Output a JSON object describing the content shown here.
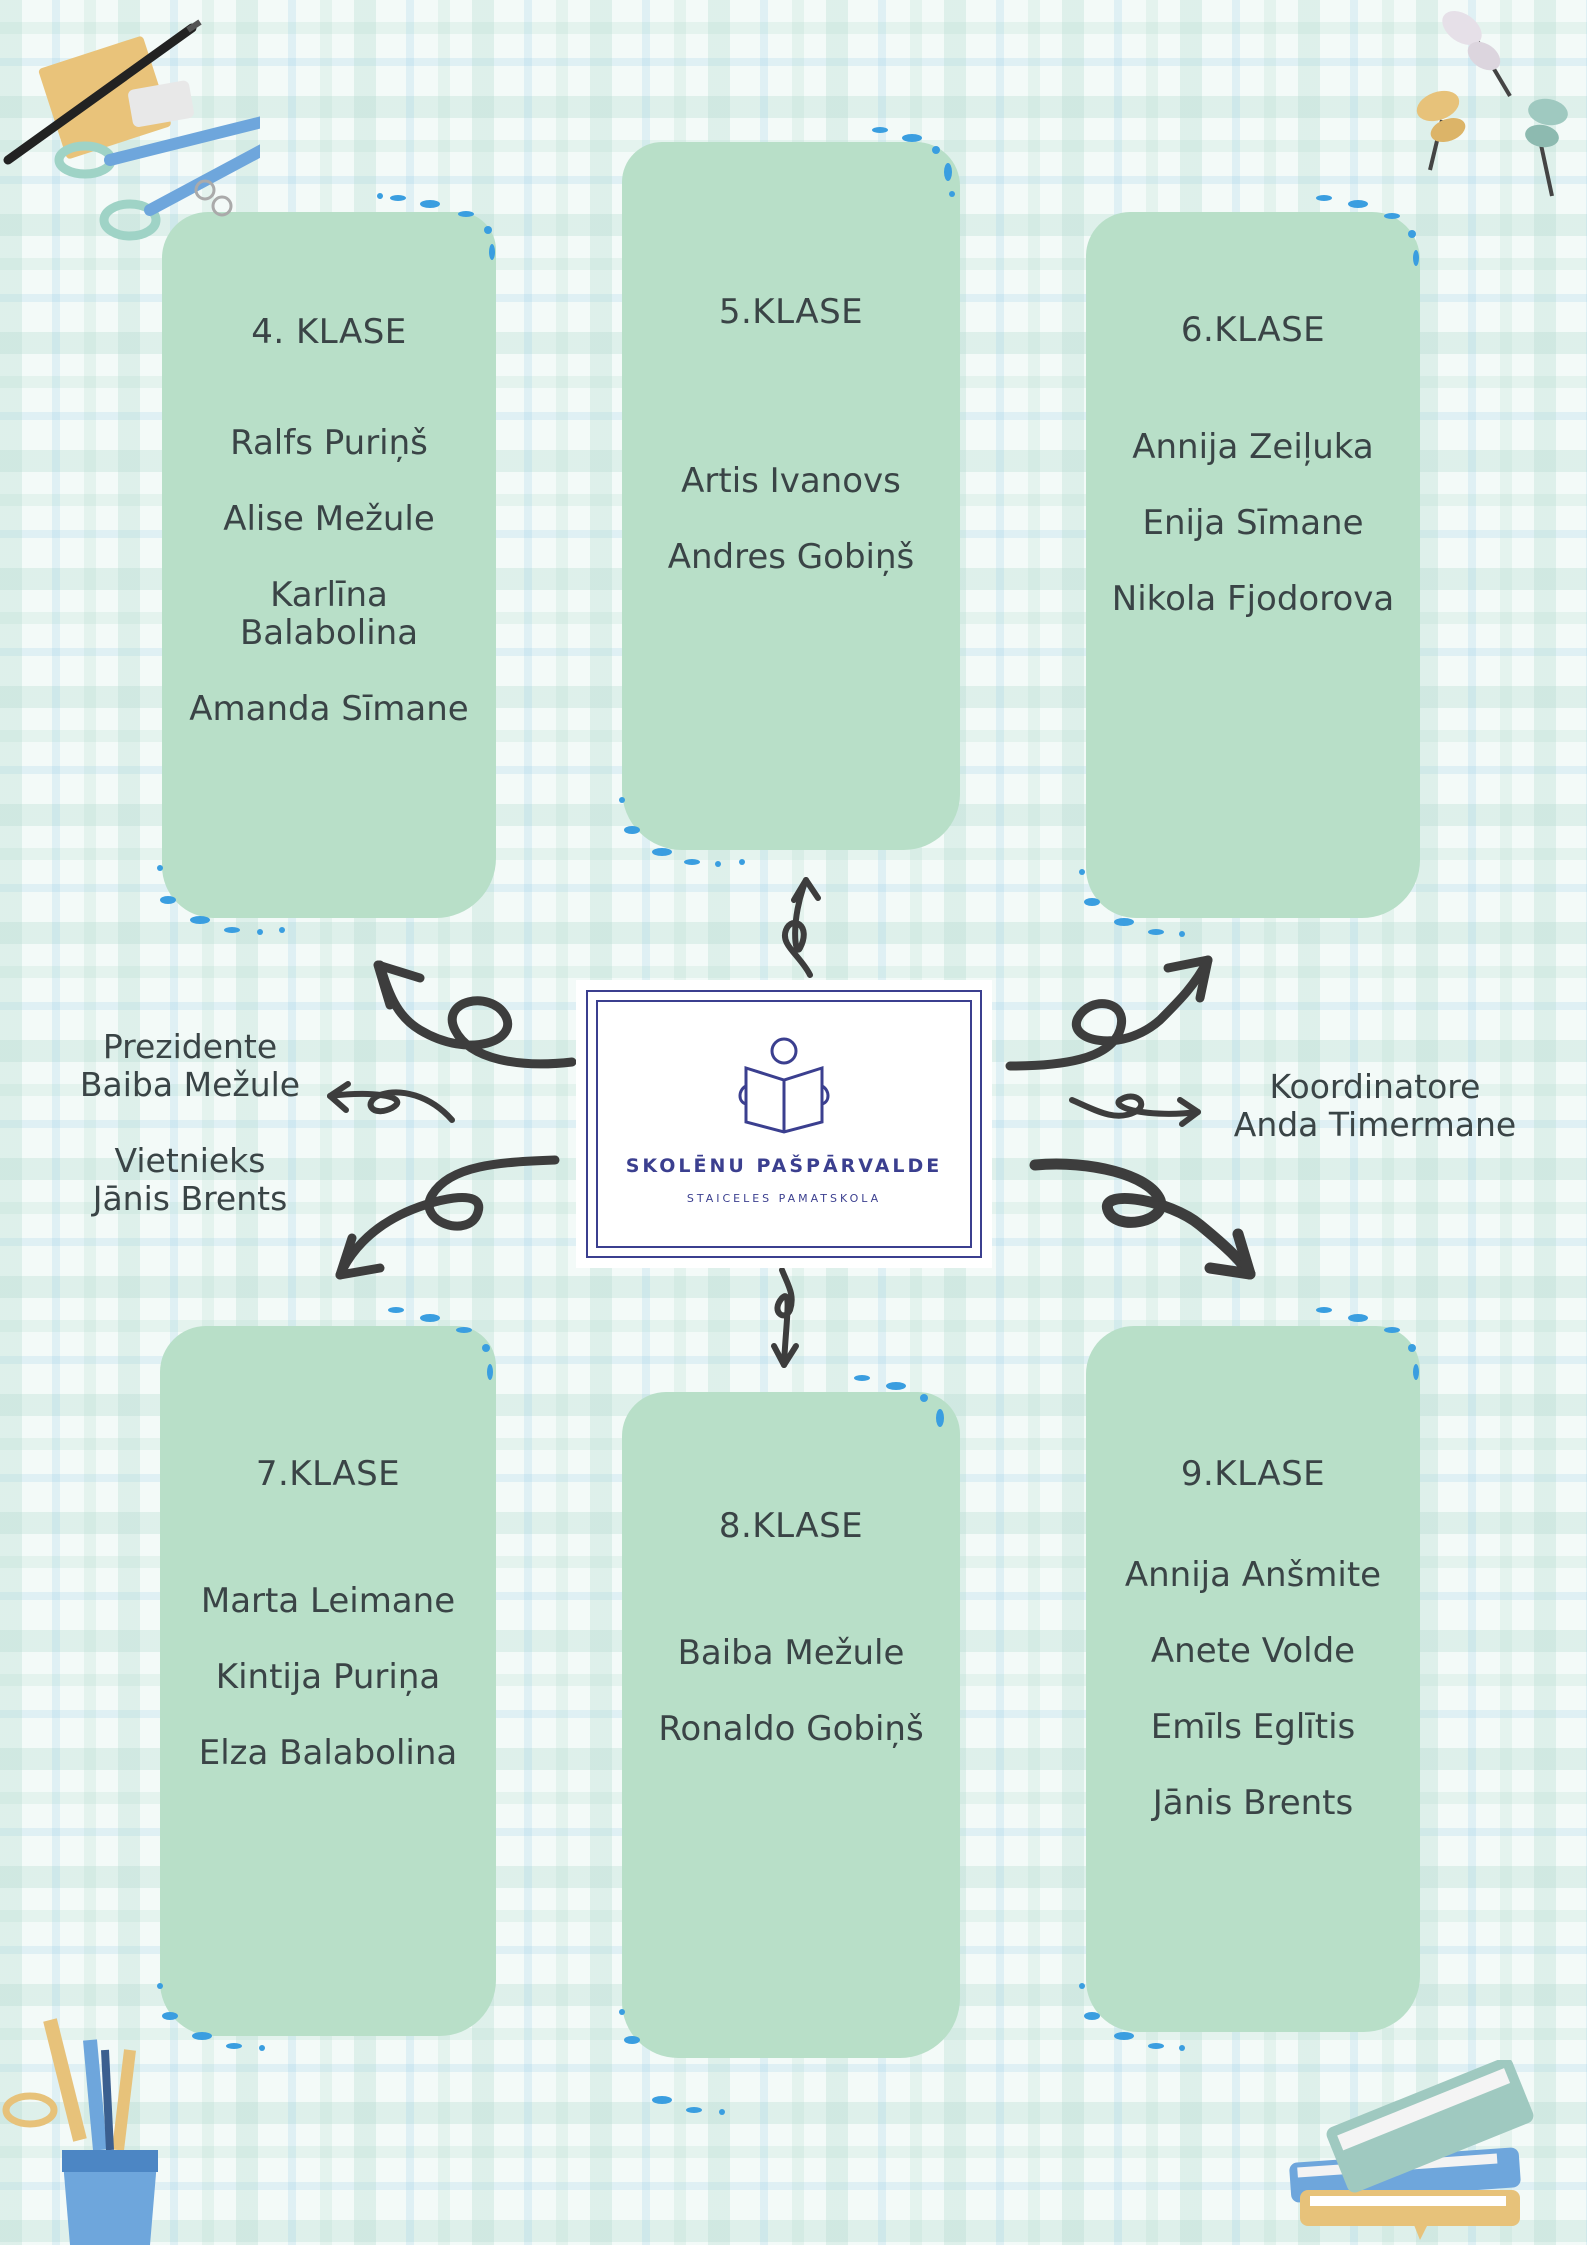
{
  "center": {
    "title": "SKOLĒNU PAŠPĀRVALDE",
    "subtitle": "STAICELES PAMATSKOLA"
  },
  "classes": [
    {
      "title": "4. KLASE",
      "names": [
        "Ralfs Puriņš",
        "Alise Mežule",
        "Karlīna\nBalabolina",
        "Amanda Sīmane"
      ]
    },
    {
      "title": "5.KLASE",
      "names": [
        "Artis Ivanovs",
        "Andres Gobiņš"
      ]
    },
    {
      "title": "6.KLASE",
      "names": [
        "Annija Zeiļuka",
        "Enija Sīmane",
        "Nikola Fjodorova"
      ]
    },
    {
      "title": "7.KLASE",
      "names": [
        "Marta Leimane",
        "Kintija Puriņa",
        "Elza Balabolina"
      ]
    },
    {
      "title": "8.KLASE",
      "names": [
        "Baiba Mežule",
        "Ronaldo Gobiņš"
      ]
    },
    {
      "title": "9.KLASE",
      "names": [
        "Annija Anšmite",
        "Anete Volde",
        "Emīls Eglītis",
        "Jānis Brents"
      ]
    }
  ],
  "roles": {
    "president_title": "Prezidente",
    "president_name": "Baiba Mežule",
    "deputy_title": "Vietnieks",
    "deputy_name": "Jānis Brents",
    "coordinator_title": "Koordinatore",
    "coordinator_name": "Anda Timermane"
  },
  "decorations": [
    "notes-pencil-scissors-icon",
    "push-pins-icon",
    "pencil-cup-icon",
    "books-icon"
  ],
  "colors": {
    "card": "#b8dfc8",
    "text": "#3a4446",
    "logo": "#3b3f8f",
    "arrow": "#3d3d3d",
    "dots": "#3a9ee0"
  }
}
